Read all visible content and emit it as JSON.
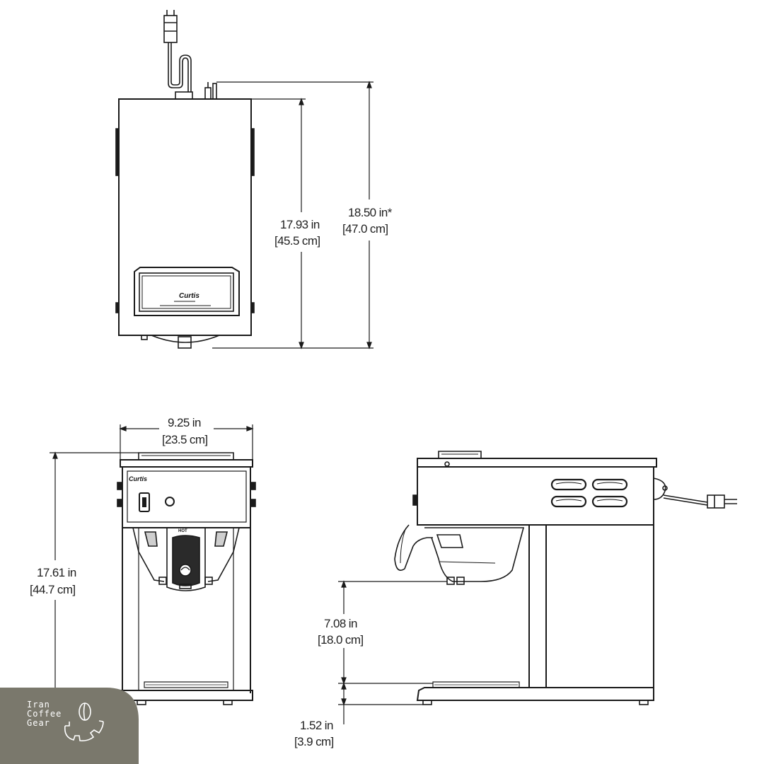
{
  "top_view": {
    "height_body": {
      "in": "17.93 in",
      "cm": "[45.5 cm]"
    },
    "height_overall": {
      "in": "18.50 in*",
      "cm": "[47.0 cm]"
    },
    "plate_logo": "Curtis"
  },
  "front_view": {
    "width": {
      "in": "9.25 in",
      "cm": "[23.5 cm]"
    },
    "height": {
      "in": "17.61 in",
      "cm": "[44.7 cm]"
    },
    "logo": "Curtis",
    "brew_cone_label": "HOT"
  },
  "side_view": {
    "clearance": {
      "in": "7.08 in",
      "cm": "[18.0 cm]"
    },
    "base": {
      "in": "1.52 in",
      "cm": "[3.9 cm]"
    }
  },
  "watermark": {
    "lines": [
      "Iran",
      "Coffee",
      "Gear"
    ],
    "background": "#7a786c"
  }
}
